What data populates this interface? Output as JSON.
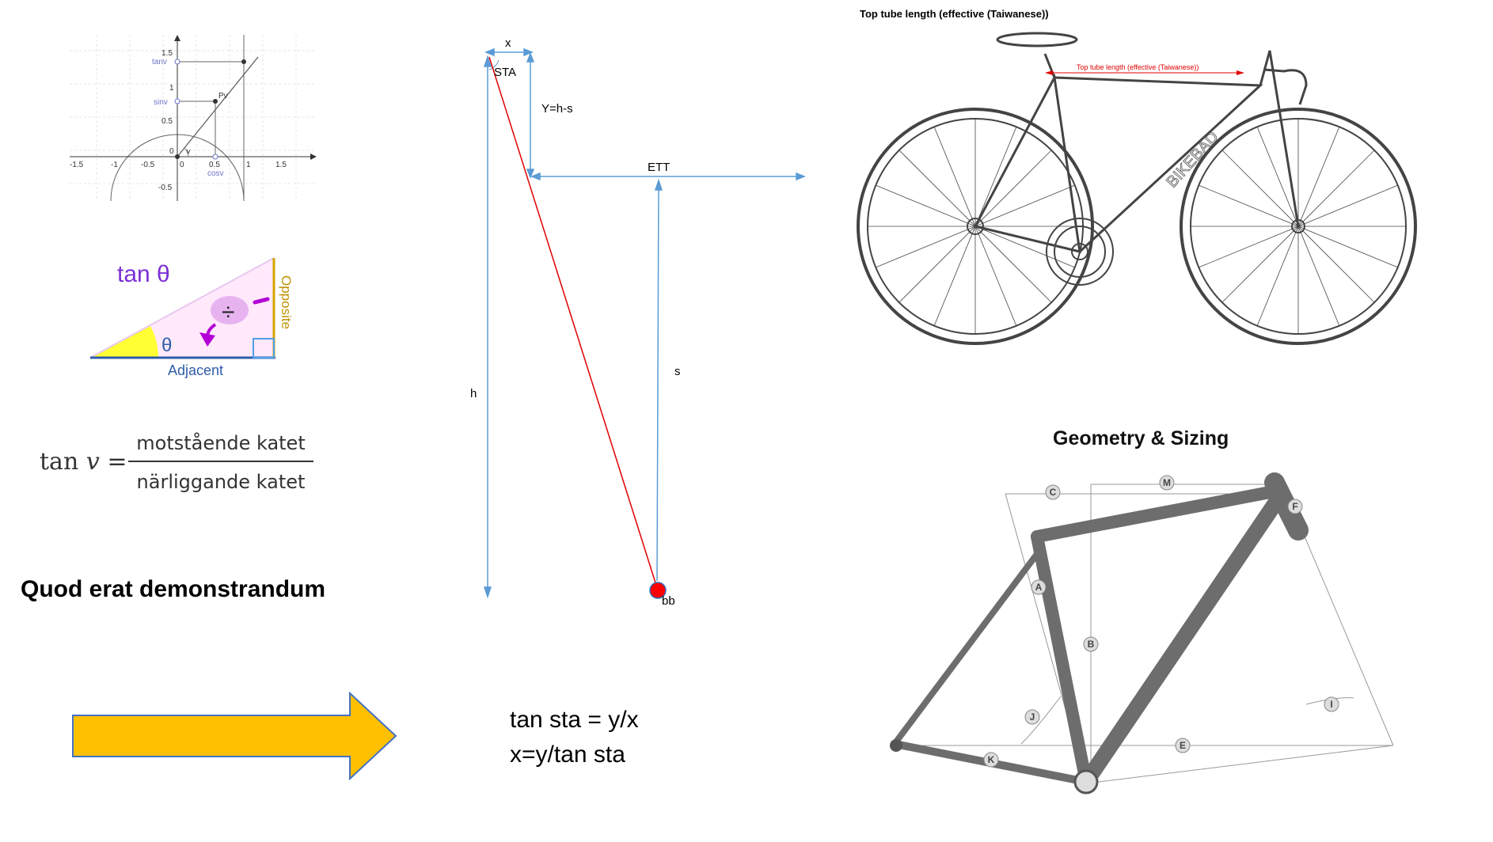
{
  "unit_circle": {
    "x_ticks": [
      "-1.5",
      "-1",
      "-0.5",
      "0",
      "0.5",
      "1",
      "1.5"
    ],
    "y_ticks": [
      "1.5",
      "1",
      "0.5",
      "-0.5"
    ],
    "origin": "0",
    "labels": {
      "tan": "tanv",
      "sin": "sinv",
      "cos": "cosv",
      "point": "Pv",
      "angle": "v"
    }
  },
  "tan_triangle": {
    "title": "tan θ",
    "angle": "θ",
    "divide": "÷",
    "adjacent": "Adjacent",
    "opposite": "Opposite"
  },
  "tan_formula": {
    "lhs_func": "tan",
    "lhs_var": "v",
    "eq": "=",
    "numerator": "motstående katet",
    "denominator": "närliggande katet"
  },
  "qed": "Quod erat demonstrandum",
  "arrow_color": "#FFC000",
  "tan_eq": {
    "line1": "tan sta = y/x",
    "line2": "x=y/tan sta"
  },
  "stack_diagram": {
    "x": "x",
    "sta": "STA",
    "y": "Y=h-s",
    "ett": "ETT",
    "h": "h",
    "s": "s",
    "bb": "bb",
    "line_color": "#5B9BD5",
    "seat_tube_color": "#E00000"
  },
  "road_bike": {
    "title": "Top tube length (effective (Taiwanese))",
    "tt_label": "Top tube length (effective (Taiwanese))",
    "brand": "BIKEBAD"
  },
  "geometry": {
    "title": "Geometry & Sizing",
    "labels": [
      "C",
      "M",
      "F",
      "A",
      "B",
      "J",
      "I",
      "E",
      "K"
    ]
  }
}
